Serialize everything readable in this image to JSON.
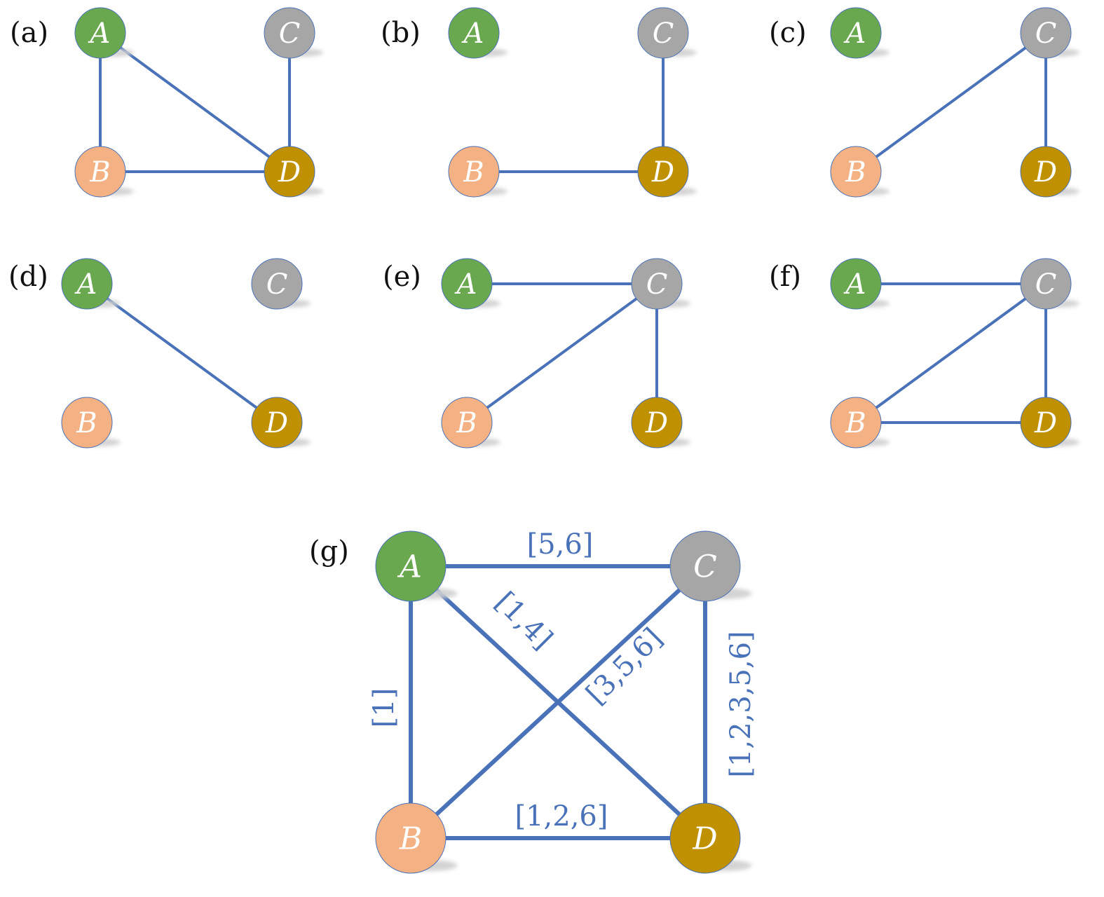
{
  "colors": {
    "edge": "#4a72b8",
    "node_stroke": "#4a72b8",
    "A": "#6aa84f",
    "B": "#f4b183",
    "C": "#a6a6a6",
    "D": "#bf9000",
    "shadow": "#cfcfcf",
    "label_text": "#111111",
    "node_text": "#ffffff",
    "edge_label_text": "#4a72b8"
  },
  "nodes": [
    {
      "id": "A",
      "label": "A"
    },
    {
      "id": "B",
      "label": "B"
    },
    {
      "id": "C",
      "label": "C"
    },
    {
      "id": "D",
      "label": "D"
    }
  ],
  "panels": [
    {
      "id": "a",
      "label": "(a)",
      "edges": [
        [
          "A",
          "B"
        ],
        [
          "A",
          "D"
        ],
        [
          "B",
          "D"
        ],
        [
          "C",
          "D"
        ]
      ]
    },
    {
      "id": "b",
      "label": "(b)",
      "edges": [
        [
          "B",
          "D"
        ],
        [
          "C",
          "D"
        ]
      ]
    },
    {
      "id": "c",
      "label": "(c)",
      "edges": [
        [
          "B",
          "C"
        ],
        [
          "C",
          "D"
        ]
      ]
    },
    {
      "id": "d",
      "label": "(d)",
      "edges": [
        [
          "A",
          "D"
        ]
      ]
    },
    {
      "id": "e",
      "label": "(e)",
      "edges": [
        [
          "A",
          "C"
        ],
        [
          "B",
          "C"
        ],
        [
          "C",
          "D"
        ]
      ]
    },
    {
      "id": "f",
      "label": "(f)",
      "edges": [
        [
          "A",
          "C"
        ],
        [
          "B",
          "C"
        ],
        [
          "C",
          "D"
        ],
        [
          "B",
          "D"
        ]
      ]
    },
    {
      "id": "g",
      "label": "(g)",
      "edges": [
        {
          "from": "A",
          "to": "C",
          "label": "[5,6]"
        },
        {
          "from": "A",
          "to": "B",
          "label": "[1]"
        },
        {
          "from": "A",
          "to": "D",
          "label": "[1,4]"
        },
        {
          "from": "B",
          "to": "C",
          "label": "[3,5,6]"
        },
        {
          "from": "C",
          "to": "D",
          "label": "[1,2,3,5,6]"
        },
        {
          "from": "B",
          "to": "D",
          "label": "[1,2,6]"
        }
      ]
    }
  ]
}
